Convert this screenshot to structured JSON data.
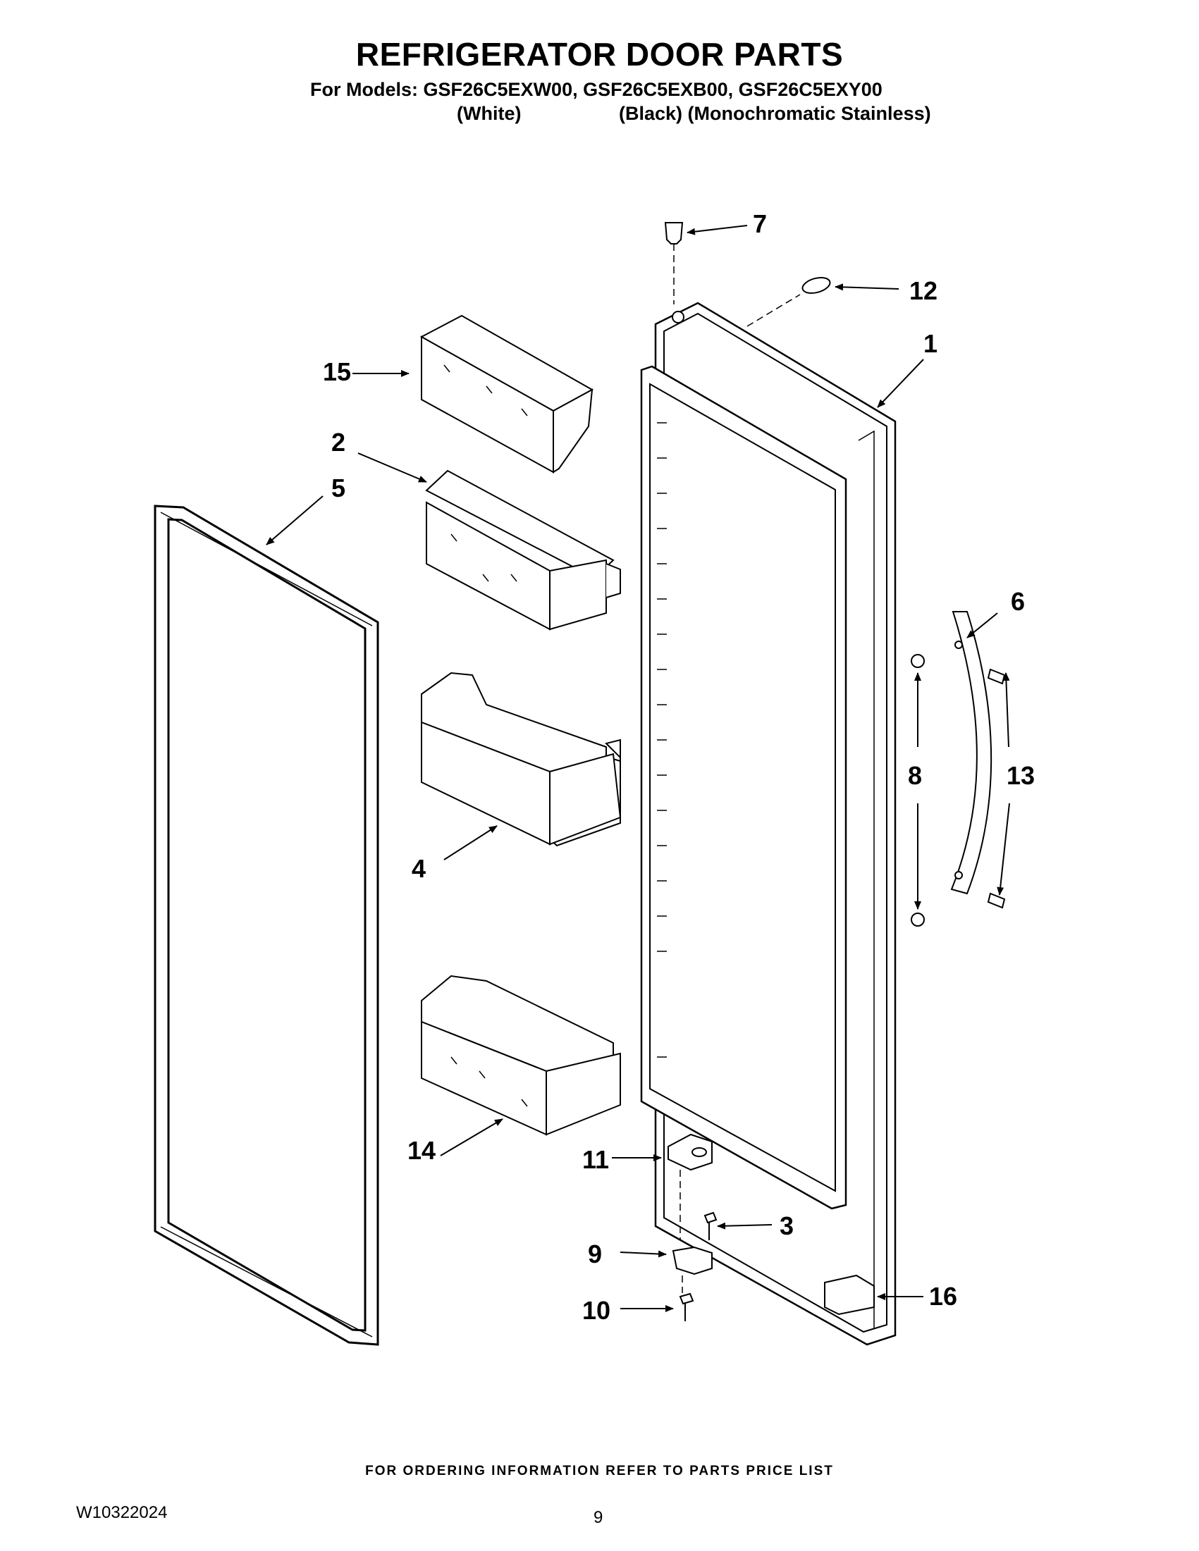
{
  "header": {
    "title": "REFRIGERATOR DOOR PARTS",
    "models_line": "For Models: GSF26C5EXW00, GSF26C5EXB00, GSF26C5EXY00",
    "variant_white": "(White)",
    "variant_black": "(Black) (Monochromatic Stainless)"
  },
  "callouts": [
    "1",
    "2",
    "3",
    "4",
    "5",
    "6",
    "7",
    "8",
    "9",
    "10",
    "11",
    "12",
    "13",
    "14",
    "15",
    "16"
  ],
  "footer": {
    "ordering_note": "FOR ORDERING INFORMATION REFER TO PARTS PRICE LIST",
    "doc_number": "W10322024",
    "page_number": "9"
  }
}
